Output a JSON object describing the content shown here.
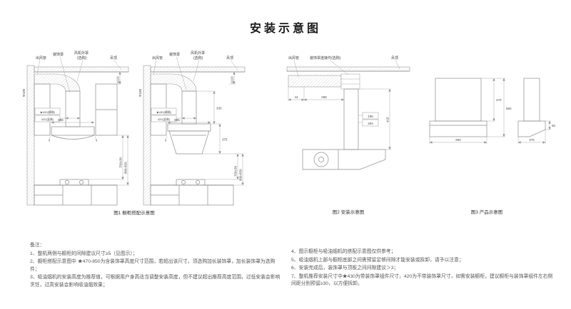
{
  "title": "安装示意图",
  "fig1": {
    "caption": "图1 橱柜搭配示意图",
    "labels": {
      "duct": "出风管",
      "deco": "装饰罩",
      "fan_cover": "风机外罩",
      "optional": "(选购)",
      "ceiling": "吊顶"
    },
    "dims": {
      "phi": "Φ180",
      "min110": "≥110",
      "star430": "★430(横装)",
      "v420": "420(竖装)",
      "w895": "895",
      "gap5": "5",
      "h750": "750±30",
      "h800": "800-850",
      "d330": "330",
      "d375": "375"
    }
  },
  "fig2": {
    "caption": "图2 安装示意图",
    "labels": {
      "duct": "出风管",
      "connector": "装饰罩连接件(选购)",
      "ceiling": "吊顶"
    },
    "dims": {
      "d44": "44",
      "d268": "268",
      "d196": "196",
      "d294": "294",
      "d418": "418"
    }
  },
  "fig3": {
    "caption": "图3 产品示意图",
    "dims": {
      "d470": "470",
      "d690": "690",
      "d900": "900",
      "d375": "375",
      "d60": "60"
    }
  },
  "notes": {
    "heading": "备注：",
    "left": [
      "1、整机两侧与橱柜的间隙建议尺寸≥5（见图示）；",
      "2、橱柜搭配示意图中 ★470-850为含装饰罩高度尺寸范围，若超出该尺寸，须选购加长装饰罩，加长装饰罩为选购件；",
      "3、吸油烟机的安装高度为推荐值，可根据用户身高适当调整安装高度，但不建议超出推荐高度范围，过低安装会影响烹饪，过高安装会影响吸油烟效果；"
    ],
    "right": [
      "4、图示橱柜与吸油烟机的搭配示意图仅供参考；",
      "5、吸油烟机上部与橱柜底部之间需预留足够间隙才能安装或拆卸，请予以注意；",
      "6、安装完成后，装饰罩与顶板之间间隙建议＞3；",
      "7、整机推荐安装尺寸中★430为带装饰罩组件尺寸，420为不带装饰罩尺寸，如需安装橱柜，建议橱柜与装饰罩组件左右侧间距分别预留≥30，以方便拆卸。"
    ]
  }
}
